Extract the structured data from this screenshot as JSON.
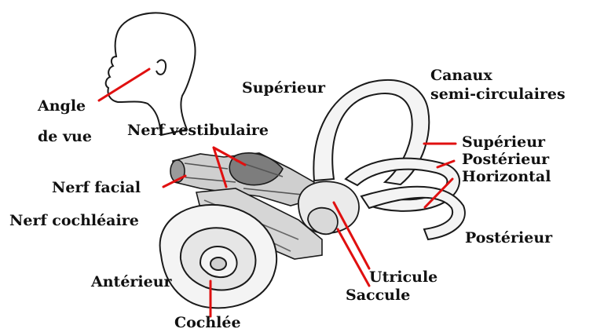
{
  "colors": {
    "leader": "#e01010",
    "ink": "#1a1a1a",
    "fill": "#f4f4f4",
    "shade": "#bdbdbd"
  },
  "icons": [
    "head-silhouette-icon",
    "inner-ear-illustration"
  ],
  "labels": {
    "angle_line1": "Angle",
    "angle_line2": "de vue",
    "superieur_top": "Supérieur",
    "canaux_line1": "Canaux",
    "canaux_line2": "semi-circulaires",
    "nerf_vestibulaire": "Nerf vestibulaire",
    "canal_superieur": "Supérieur",
    "canal_posterieur": "Postérieur",
    "canal_horizontal": "Horizontal",
    "nerf_facial": "Nerf facial",
    "nerf_cochleaire": "Nerf cochléaire",
    "posterieur": "Postérieur",
    "anterieur": "Antérieur",
    "utricule": "Utricule",
    "saccule": "Saccule",
    "cochlee": "Cochlée"
  }
}
